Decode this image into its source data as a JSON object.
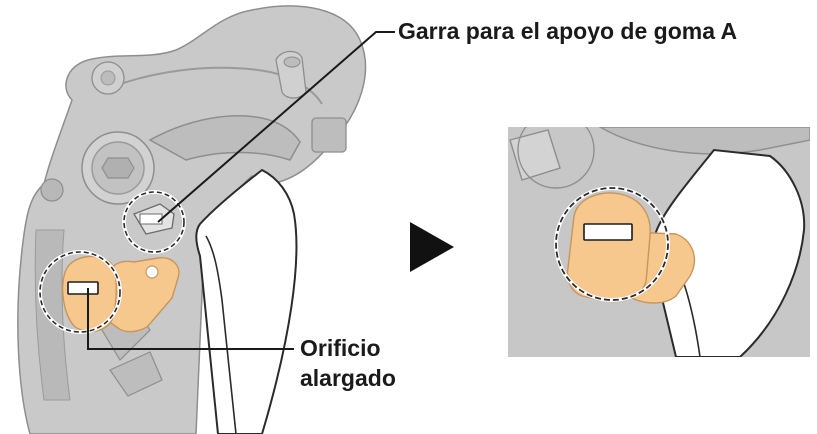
{
  "labels": {
    "garra": "Garra para el apoyo de goma A",
    "orificio_line1": "Orificio",
    "orificio_line2": "alargado"
  },
  "icons": {
    "arrow": "right-triangle-arrow-icon",
    "highlight_circle": "dashed-circle-icon"
  },
  "colors": {
    "part_fill": "#f6c88e",
    "part_stroke": "#c8955a",
    "metal_fill": "#c6c6c6",
    "metal_light": "#d3d3d3",
    "metal_dark": "#8e8e8e",
    "line": "#1a1a1a",
    "background": "#ffffff"
  }
}
